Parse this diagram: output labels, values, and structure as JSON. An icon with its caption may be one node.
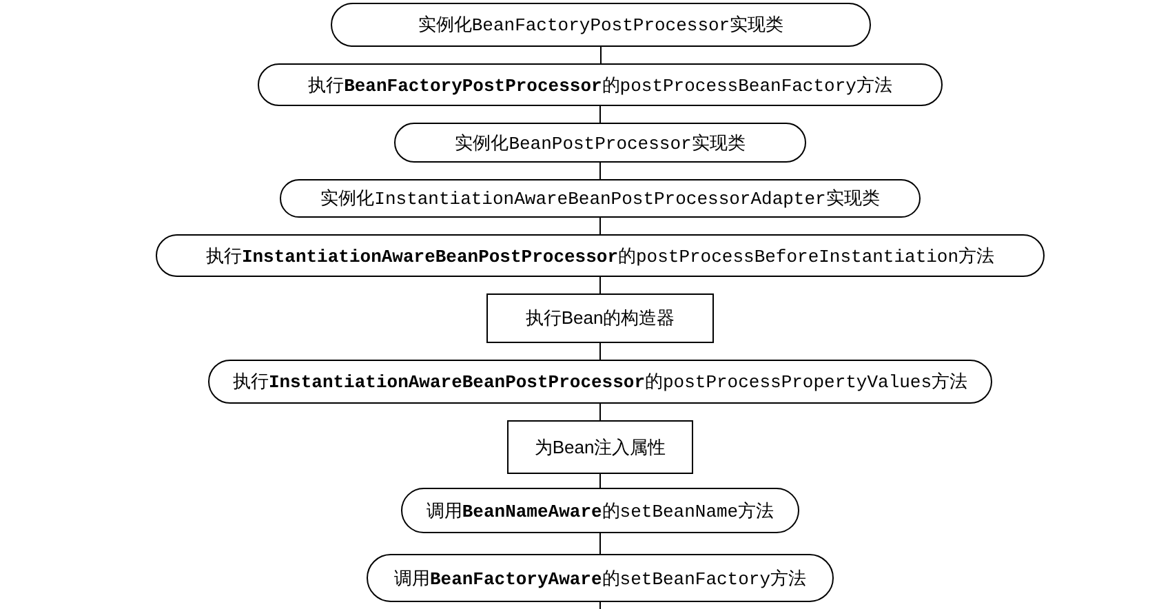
{
  "diagram": {
    "nodes": [
      {
        "text": [
          "实例化BeanFactoryPostProcessor实现类"
        ]
      },
      {
        "text": [
          "执行**BeanFactoryPostProcessor**的postProcessBeanFactory方法"
        ]
      },
      {
        "text": [
          "实例化BeanPostProcessor实现类"
        ]
      },
      {
        "text": [
          "实例化InstantiationAwareBeanPostProcessorAdapter实现类"
        ]
      },
      {
        "text": [
          "执行**InstantiationAwareBeanPostProcessor**的postProcessBeforeInstantiation方法"
        ]
      },
      {
        "text": [
          "执行Bean的构造器"
        ]
      },
      {
        "text": [
          "执行**InstantiationAwareBeanPostProcessor**的postProcessPropertyValues方法"
        ]
      },
      {
        "text": [
          "为Bean注入属性"
        ]
      },
      {
        "text": [
          "调用**BeanNameAware**的setBeanName方法"
        ]
      },
      {
        "text": [
          "调用**BeanFactoryAware**的setBeanFactory方法"
        ]
      }
    ],
    "edges": [
      {
        "from": 0,
        "to": 1,
        "arrow": "none"
      },
      {
        "from": 1,
        "to": 2,
        "arrow": "none"
      },
      {
        "from": 2,
        "to": 3,
        "arrow": "none"
      },
      {
        "from": 3,
        "to": 4,
        "arrow": "none"
      },
      {
        "from": 4,
        "to": 5,
        "arrow": "none"
      },
      {
        "from": 5,
        "to": 6,
        "arrow": "none"
      },
      {
        "from": 6,
        "to": 7,
        "arrow": "none"
      },
      {
        "from": 7,
        "to": 8,
        "arrow": "none"
      },
      {
        "from": 8,
        "to": 9,
        "arrow": "none"
      },
      {
        "from": 9,
        "to": null,
        "arrow": "none"
      }
    ]
  }
}
